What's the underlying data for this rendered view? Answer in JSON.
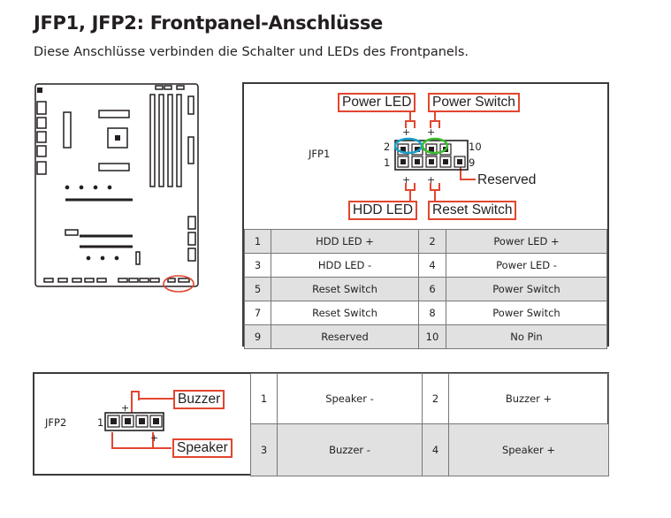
{
  "page": {
    "title": "JFP1, JFP2: Frontpanel-Anschlüsse",
    "subtitle": "Diese Anschlüsse verbinden die Schalter und LEDs des Frontpanels."
  },
  "jfp1": {
    "name": "JFP1",
    "pin_label_2": "2",
    "pin_label_1": "1",
    "pin_label_10": "10",
    "pin_label_9": "9",
    "callouts": {
      "power_led": "Power LED",
      "power_switch": "Power Switch",
      "hdd_led": "HDD LED",
      "reset_switch": "Reset Switch",
      "reserved": "Reserved"
    },
    "colors": {
      "highlight_blue": "#1aa0c8",
      "highlight_green": "#3dbb2f",
      "callout_red": "#e2462f"
    },
    "pins": [
      [
        {
          "pin": "1",
          "signal": "HDD LED +"
        },
        {
          "pin": "2",
          "signal": "Power LED +"
        }
      ],
      [
        {
          "pin": "3",
          "signal": "HDD LED -"
        },
        {
          "pin": "4",
          "signal": "Power LED -"
        }
      ],
      [
        {
          "pin": "5",
          "signal": "Reset Switch"
        },
        {
          "pin": "6",
          "signal": "Power Switch"
        }
      ],
      [
        {
          "pin": "7",
          "signal": "Reset Switch"
        },
        {
          "pin": "8",
          "signal": "Power Switch"
        }
      ],
      [
        {
          "pin": "9",
          "signal": "Reserved"
        },
        {
          "pin": "10",
          "signal": "No Pin"
        }
      ]
    ]
  },
  "jfp2": {
    "name": "JFP2",
    "pin_label_1": "1",
    "callouts": {
      "buzzer": "Buzzer",
      "speaker": "Speaker"
    },
    "pins": [
      [
        {
          "pin": "1",
          "signal": "Speaker -"
        },
        {
          "pin": "2",
          "signal": "Buzzer +"
        }
      ],
      [
        {
          "pin": "3",
          "signal": "Buzzer -"
        },
        {
          "pin": "4",
          "signal": "Speaker +"
        }
      ]
    ]
  }
}
